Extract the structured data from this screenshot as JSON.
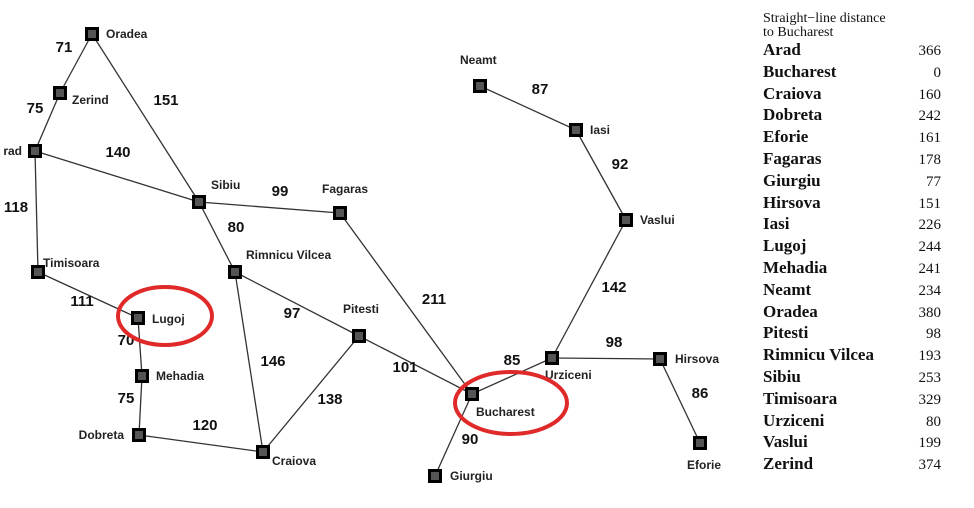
{
  "cities": [
    {
      "id": "oradea",
      "name": "Oradea"
    },
    {
      "id": "zerind",
      "name": "Zerind"
    },
    {
      "id": "arad",
      "name": "rad"
    },
    {
      "id": "timisoara",
      "name": "Timisoara"
    },
    {
      "id": "lugoj",
      "name": "Lugoj"
    },
    {
      "id": "mehadia",
      "name": "Mehadia"
    },
    {
      "id": "dobreta",
      "name": "Dobreta"
    },
    {
      "id": "sibiu",
      "name": "Sibiu"
    },
    {
      "id": "fagaras",
      "name": "Fagaras"
    },
    {
      "id": "rimnicu",
      "name": "Rimnicu Vilcea"
    },
    {
      "id": "pitesti",
      "name": "Pitesti"
    },
    {
      "id": "craiova",
      "name": "Craiova"
    },
    {
      "id": "bucharest",
      "name": "Bucharest"
    },
    {
      "id": "giurgiu",
      "name": "Giurgiu"
    },
    {
      "id": "urziceni",
      "name": "Urziceni"
    },
    {
      "id": "hirsova",
      "name": "Hirsova"
    },
    {
      "id": "eforie",
      "name": "Eforie"
    },
    {
      "id": "vaslui",
      "name": "Vaslui"
    },
    {
      "id": "iasi",
      "name": "Iasi"
    },
    {
      "id": "neamt",
      "name": "Neamt"
    }
  ],
  "roads": [
    {
      "from": "oradea",
      "to": "zerind",
      "distance": "71"
    },
    {
      "from": "zerind",
      "to": "arad",
      "distance": "75"
    },
    {
      "from": "oradea",
      "to": "sibiu",
      "distance": "151"
    },
    {
      "from": "arad",
      "to": "sibiu",
      "distance": "140"
    },
    {
      "from": "arad",
      "to": "timisoara",
      "distance": "118"
    },
    {
      "from": "timisoara",
      "to": "lugoj",
      "distance": "111"
    },
    {
      "from": "lugoj",
      "to": "mehadia",
      "distance": "70"
    },
    {
      "from": "mehadia",
      "to": "dobreta",
      "distance": "75"
    },
    {
      "from": "dobreta",
      "to": "craiova",
      "distance": "120"
    },
    {
      "from": "sibiu",
      "to": "fagaras",
      "distance": "99"
    },
    {
      "from": "sibiu",
      "to": "rimnicu",
      "distance": "80"
    },
    {
      "from": "rimnicu",
      "to": "pitesti",
      "distance": "97"
    },
    {
      "from": "rimnicu",
      "to": "craiova",
      "distance": "146"
    },
    {
      "from": "craiova",
      "to": "pitesti",
      "distance": "138"
    },
    {
      "from": "fagaras",
      "to": "bucharest",
      "distance": "211"
    },
    {
      "from": "pitesti",
      "to": "bucharest",
      "distance": "101"
    },
    {
      "from": "bucharest",
      "to": "giurgiu",
      "distance": "90"
    },
    {
      "from": "bucharest",
      "to": "urziceni",
      "distance": "85"
    },
    {
      "from": "urziceni",
      "to": "hirsova",
      "distance": "98"
    },
    {
      "from": "hirsova",
      "to": "eforie",
      "distance": "86"
    },
    {
      "from": "urziceni",
      "to": "vaslui",
      "distance": "142"
    },
    {
      "from": "vaslui",
      "to": "iasi",
      "distance": "92"
    },
    {
      "from": "iasi",
      "to": "neamt",
      "distance": "87"
    }
  ],
  "highlighted": [
    "lugoj",
    "bucharest"
  ],
  "highlight_color": "#e02a2a",
  "heuristic_table": {
    "title_line1": "Straight−line distance",
    "title_line2": "to Bucharest",
    "rows": [
      {
        "city": "Arad",
        "value": "366"
      },
      {
        "city": "Bucharest",
        "value": "0"
      },
      {
        "city": "Craiova",
        "value": "160"
      },
      {
        "city": "Dobreta",
        "value": "242"
      },
      {
        "city": "Eforie",
        "value": "161"
      },
      {
        "city": "Fagaras",
        "value": "178"
      },
      {
        "city": "Giurgiu",
        "value": "77"
      },
      {
        "city": "Hirsova",
        "value": "151"
      },
      {
        "city": "Iasi",
        "value": "226"
      },
      {
        "city": "Lugoj",
        "value": "244"
      },
      {
        "city": "Mehadia",
        "value": "241"
      },
      {
        "city": "Neamt",
        "value": "234"
      },
      {
        "city": "Oradea",
        "value": "380"
      },
      {
        "city": "Pitesti",
        "value": "98"
      },
      {
        "city": "Rimnicu Vilcea",
        "value": "193"
      },
      {
        "city": "Sibiu",
        "value": "253"
      },
      {
        "city": "Timisoara",
        "value": "329"
      },
      {
        "city": "Urziceni",
        "value": "80"
      },
      {
        "city": "Vaslui",
        "value": "199"
      },
      {
        "city": "Zerind",
        "value": "374"
      }
    ]
  }
}
